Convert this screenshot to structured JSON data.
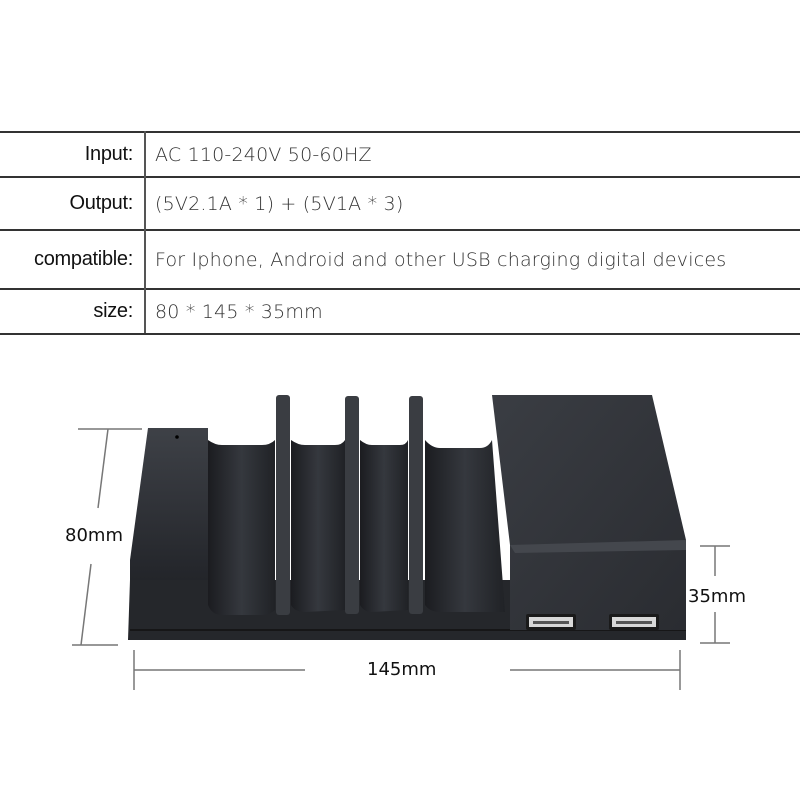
{
  "spec_table": {
    "rows": [
      {
        "label": "Input:",
        "value": "AC 110-240V 50-60HZ"
      },
      {
        "label": "Output:",
        "value": "(5V2.1A * 1) + (5V1A * 3)"
      },
      {
        "label": "compatible:",
        "value": "For Iphone, Android and other USB charging digital devices"
      },
      {
        "label": "size:",
        "value": "80 * 145 * 35mm"
      }
    ]
  },
  "product_image": {
    "description": "Black 4-slot USB charging station dock with 2 visible USB ports",
    "dimensions": {
      "height_label": "80mm",
      "width_label": "145mm",
      "depth_label": "35mm"
    },
    "colors": {
      "body": "#2a2c30",
      "body_light": "#3c3f45",
      "usb_port": "#c8c8c8",
      "dimension_line": "#777777"
    }
  }
}
